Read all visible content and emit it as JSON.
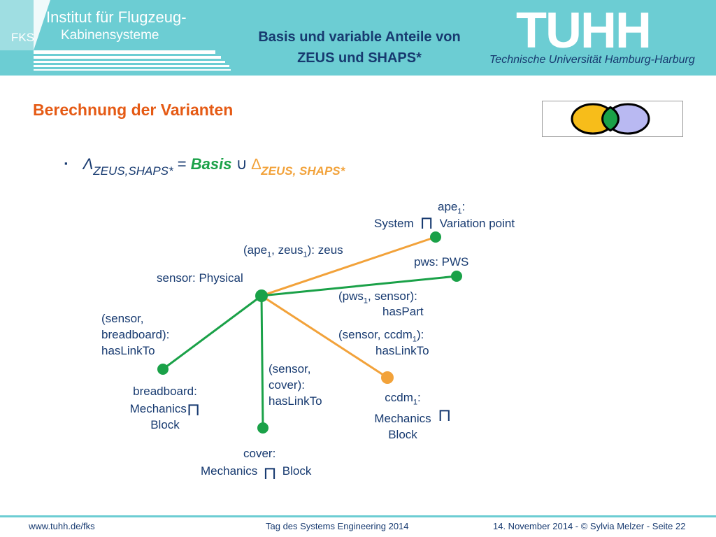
{
  "header": {
    "institute_short": "FKS",
    "institute_line1": "Institut für Flugzeug-",
    "institute_line2": "Kabinensysteme",
    "title_line1": "Basis und variable Anteile von",
    "title_line2": "ZEUS und SHAPS*",
    "logo_text": "TUHH",
    "university_name": "Technische Universität Hamburg-Harburg"
  },
  "section_heading": "Berechnung der Varianten",
  "formula": {
    "bullet": "▪",
    "lambda": "Λ",
    "lambda_sub": "ZEUS,SHAPS*",
    "equals": "=",
    "basis": "Basis",
    "union": "∪",
    "delta": "∆",
    "delta_sub": "ZEUS, SHAPS*"
  },
  "venn": {
    "left_color": "#f7bd1a",
    "overlap_color": "#1aa148",
    "right_color": "#b9b9f2"
  },
  "colors": {
    "green": "#1aa148",
    "orange": "#f2a23a",
    "navy": "#173a70",
    "header_teal": "#6ccdd3",
    "accent_orange": "#e55a14"
  },
  "nodes": {
    "ape": {
      "name": "ape",
      "sub": "1",
      "colon": ":",
      "type_left": "System",
      "type_right": "Variation point"
    },
    "pws": {
      "text": "pws: PWS"
    },
    "sensor": {
      "text": "sensor: Physical"
    },
    "breadboard": {
      "line1": "breadboard:",
      "line2": "Mechanics",
      "line3": "Block"
    },
    "cover": {
      "line1": "cover:",
      "line2_left": "Mechanics",
      "line2_right": "Block"
    },
    "ccdm": {
      "name": "ccdm",
      "sub": "1",
      "colon": ":",
      "line2": "Mechanics",
      "line3": "Block"
    }
  },
  "meet_symbol": "⊓",
  "edges": {
    "ape_zeus": {
      "pre": "(ape",
      "sub1": "1",
      "mid": ", zeus",
      "sub2": "1",
      "post": "): zeus"
    },
    "pws_sensor": {
      "pre": "(pws",
      "sub1": "1",
      "post": ", sensor):",
      "line2": "hasPart"
    },
    "sensor_ccdm": {
      "pre": "(sensor, ccdm",
      "sub1": "1",
      "post": "):",
      "line2": "hasLinkTo"
    },
    "sensor_breadboard": {
      "line1": "(sensor,",
      "line2": "breadboard):",
      "line3": "hasLinkTo"
    },
    "sensor_cover": {
      "line1": "(sensor,",
      "line2": "cover):",
      "line3": "hasLinkTo"
    }
  },
  "footer": {
    "url": "www.tuhh.de/fks",
    "event": "Tag des Systems Engineering 2014",
    "date_author_page": "14. November 2014 - © Sylvia Melzer - Seite 22"
  }
}
